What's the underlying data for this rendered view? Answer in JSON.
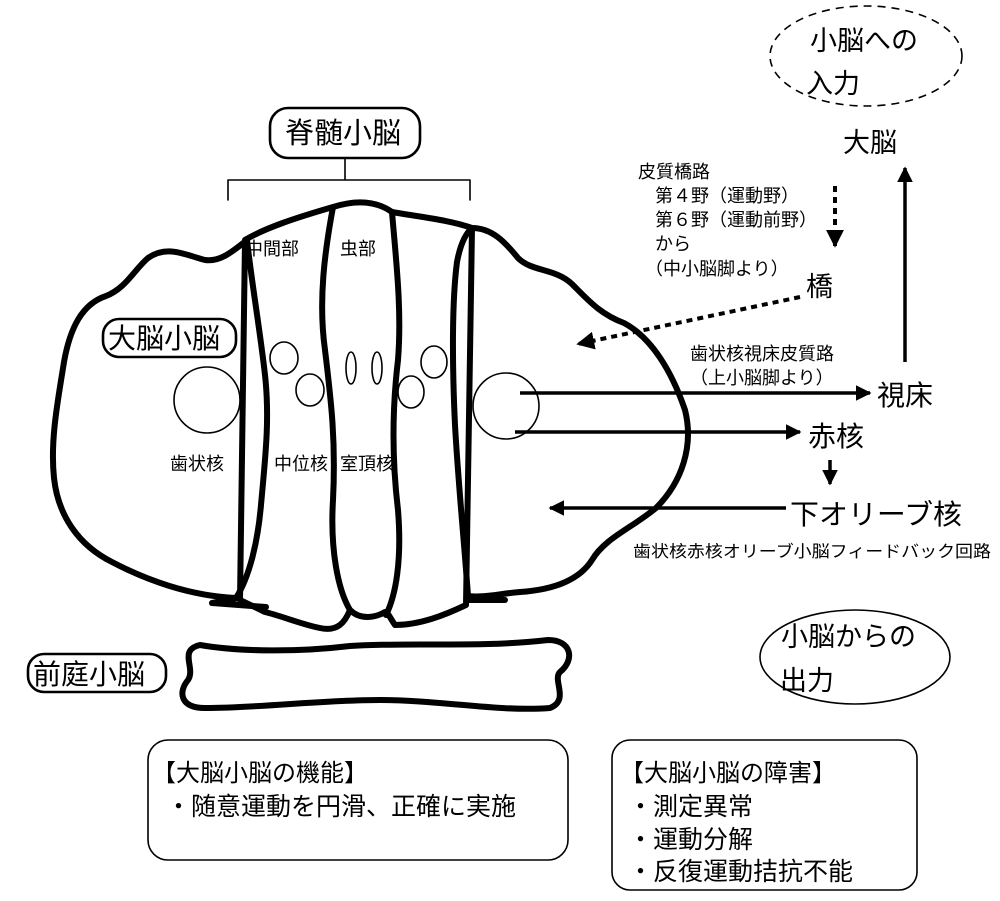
{
  "colors": {
    "hemisphere": "#F6BE9E",
    "outline": "#000000"
  },
  "regions": {
    "spinocerebellum": "脊髄小脳",
    "cerebrocerebellum": "大脳小脳",
    "vestibulocerebellum": "前庭小脳",
    "intermediate_part": "中間部",
    "vermis": "虫部"
  },
  "nuclei": {
    "dentate": "歯状核",
    "interposed": "中位核",
    "fastigial": "室頂核"
  },
  "input": {
    "title_line1": "小脳への",
    "title_line2": "入力",
    "cerebrum": "大脳",
    "pathway": [
      "皮質橋路",
      "第４野（運動野）",
      "第６野（運動前野）",
      "から",
      "（中小脳脚より）"
    ],
    "pons": "橋"
  },
  "output": {
    "title_line1": "小脳からの",
    "title_line2": "出力",
    "pathway": [
      "歯状核視床皮質路",
      "（上小脳脚より）"
    ],
    "thalamus": "視床",
    "red_nucleus": "赤核",
    "inferior_olive": "下オリーブ核",
    "feedback_loop": "歯状核赤核オリーブ小脳フィードバック回路"
  },
  "function_box": {
    "heading": "【大脳小脳の機能】",
    "items": [
      "・随意運動を円滑、正確に実施"
    ]
  },
  "disorder_box": {
    "heading": "【大脳小脳の障害】",
    "items": [
      "・測定異常",
      "・運動分解",
      "・反復運動拮抗不能"
    ]
  }
}
